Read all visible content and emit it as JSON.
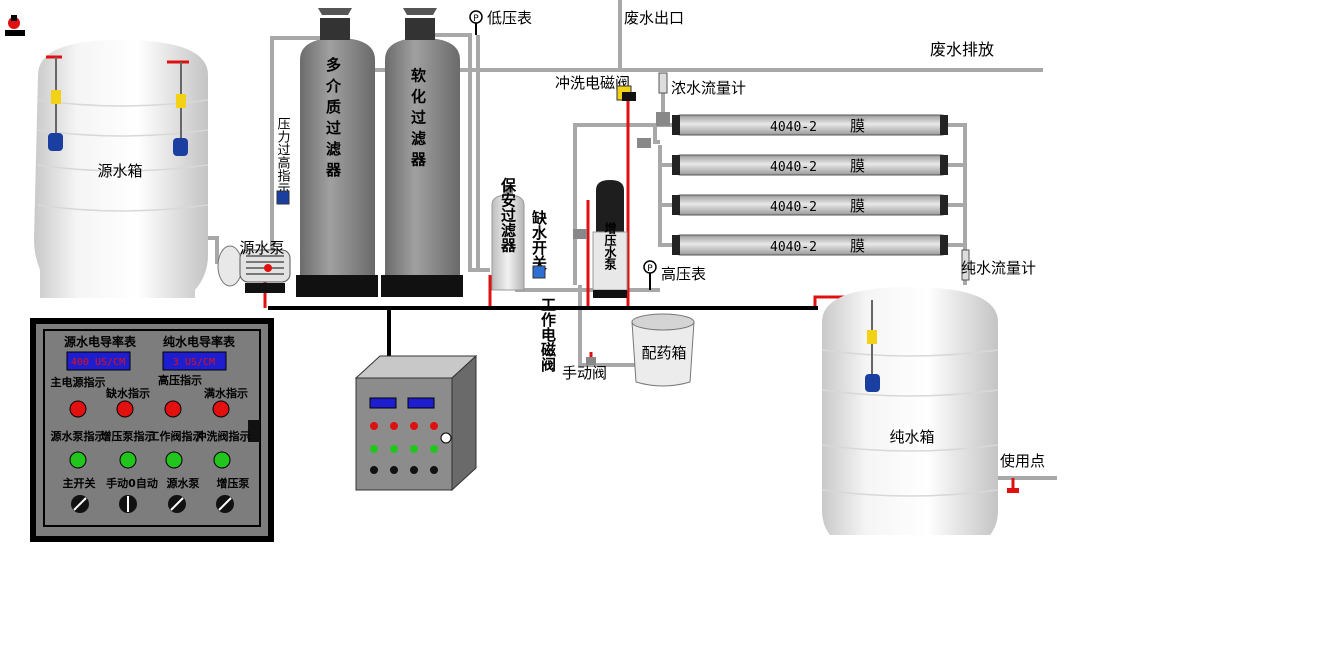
{
  "labels": {
    "source_tank": "源水箱",
    "source_pump": "源水泵",
    "pressure_high_indicator": "压力过高指示",
    "multimedia_filter": "多介质过滤器",
    "softener_filter": "软化过滤器",
    "low_pressure_gauge": "低压表",
    "waste_outlet": "废水出口",
    "waste_discharge": "废水排放",
    "flush_solenoid": "冲洗电磁阀",
    "concentrate_flowmeter": "浓水流量计",
    "security_filter": "保安过滤器",
    "water_shortage_switch": "缺水开关",
    "work_solenoid": "工作电磁阀",
    "booster_pump": "增压水泵",
    "high_pressure_gauge": "高压表",
    "dosing_tank": "配药箱",
    "manual_valve": "手动阀",
    "pure_flowmeter": "纯水流量计",
    "pure_tank": "纯水箱",
    "use_point": "使用点",
    "gauge_symbol": "P"
  },
  "membranes": [
    {
      "model": "4040-2",
      "name": "膜"
    },
    {
      "model": "4040-2",
      "name": "膜"
    },
    {
      "model": "4040-2",
      "name": "膜"
    },
    {
      "model": "4040-2",
      "name": "膜"
    }
  ],
  "panel": {
    "meter1_title": "源水电导率表",
    "meter1_value": "400 US/CM",
    "meter2_title": "纯水电导率表",
    "meter2_value": "3  US/CM",
    "indicators_row1": [
      {
        "label": "主电源指示",
        "color": "#e31010"
      },
      {
        "label": "缺水指示",
        "color": "#e31010"
      },
      {
        "label": "高压指示",
        "color": "#e31010"
      },
      {
        "label": "满水指示",
        "color": "#e31010"
      }
    ],
    "indicators_row2": [
      {
        "label": "源水泵指示",
        "color": "#22c51e"
      },
      {
        "label": "增压泵指示",
        "color": "#22c51e"
      },
      {
        "label": "工作阀指示",
        "color": "#22c51e"
      },
      {
        "label": "冲洗阀指示",
        "color": "#22c51e"
      }
    ],
    "switches": [
      {
        "label": "主开关"
      },
      {
        "label": "手动0自动"
      },
      {
        "label": "源水泵"
      },
      {
        "label": "增压泵"
      }
    ]
  },
  "colors": {
    "pipe_gray": "#a8a8a8",
    "pipe_red": "#e01010",
    "pipe_black": "#000000",
    "panel_bg": "#7d7d7d",
    "tank_body": "#ececec",
    "filter_body": "#8a8a8a",
    "display_blue": "#1e1ed0"
  }
}
